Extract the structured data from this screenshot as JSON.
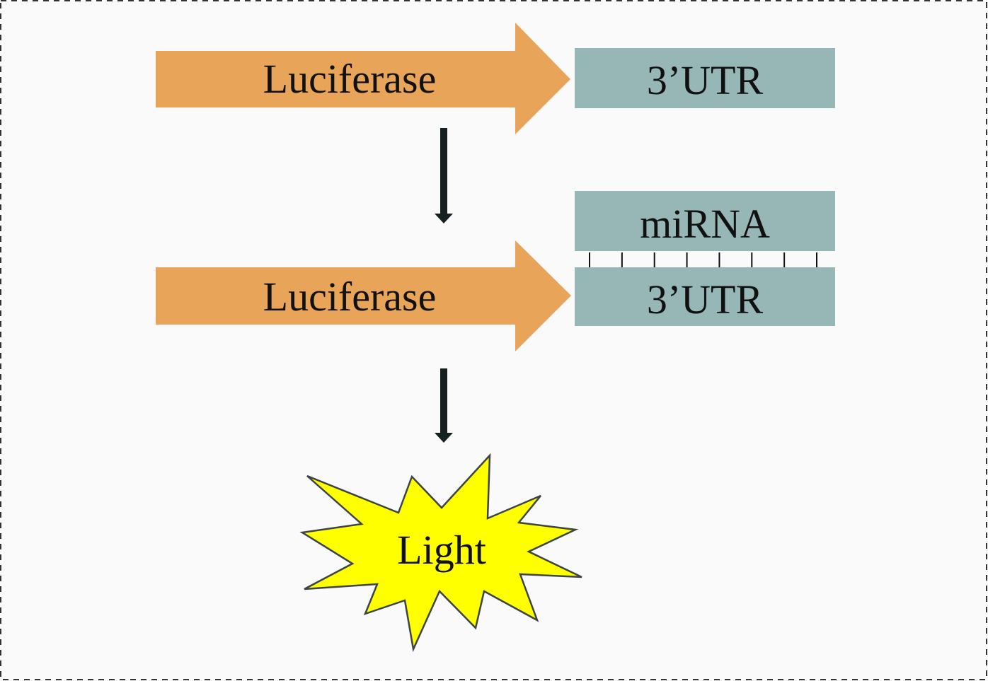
{
  "diagram": {
    "title": "Luciferase reporter assay for miRNA targeting 3'UTR",
    "top_construct": {
      "gene_label": "Luciferase",
      "utr_label": "3’UTR"
    },
    "bottom_construct": {
      "gene_label": "Luciferase",
      "utr_label": "3’UTR",
      "mirna_label": "miRNA",
      "base_pair_count": 8
    },
    "output": {
      "label": "Light"
    },
    "colors": {
      "background": "#fafafa",
      "gene_arrow": "#e8a55a",
      "utr_box": "#97b7b6",
      "mirna_box": "#97b7b6",
      "flow_arrow": "#152020",
      "light_fill": "#ffff00",
      "light_stroke": "#3c4444",
      "text": "#111111",
      "border": "#333333"
    },
    "flow": [
      {
        "from": "top_construct",
        "to": "bottom_construct"
      },
      {
        "from": "bottom_construct",
        "to": "output"
      }
    ]
  }
}
